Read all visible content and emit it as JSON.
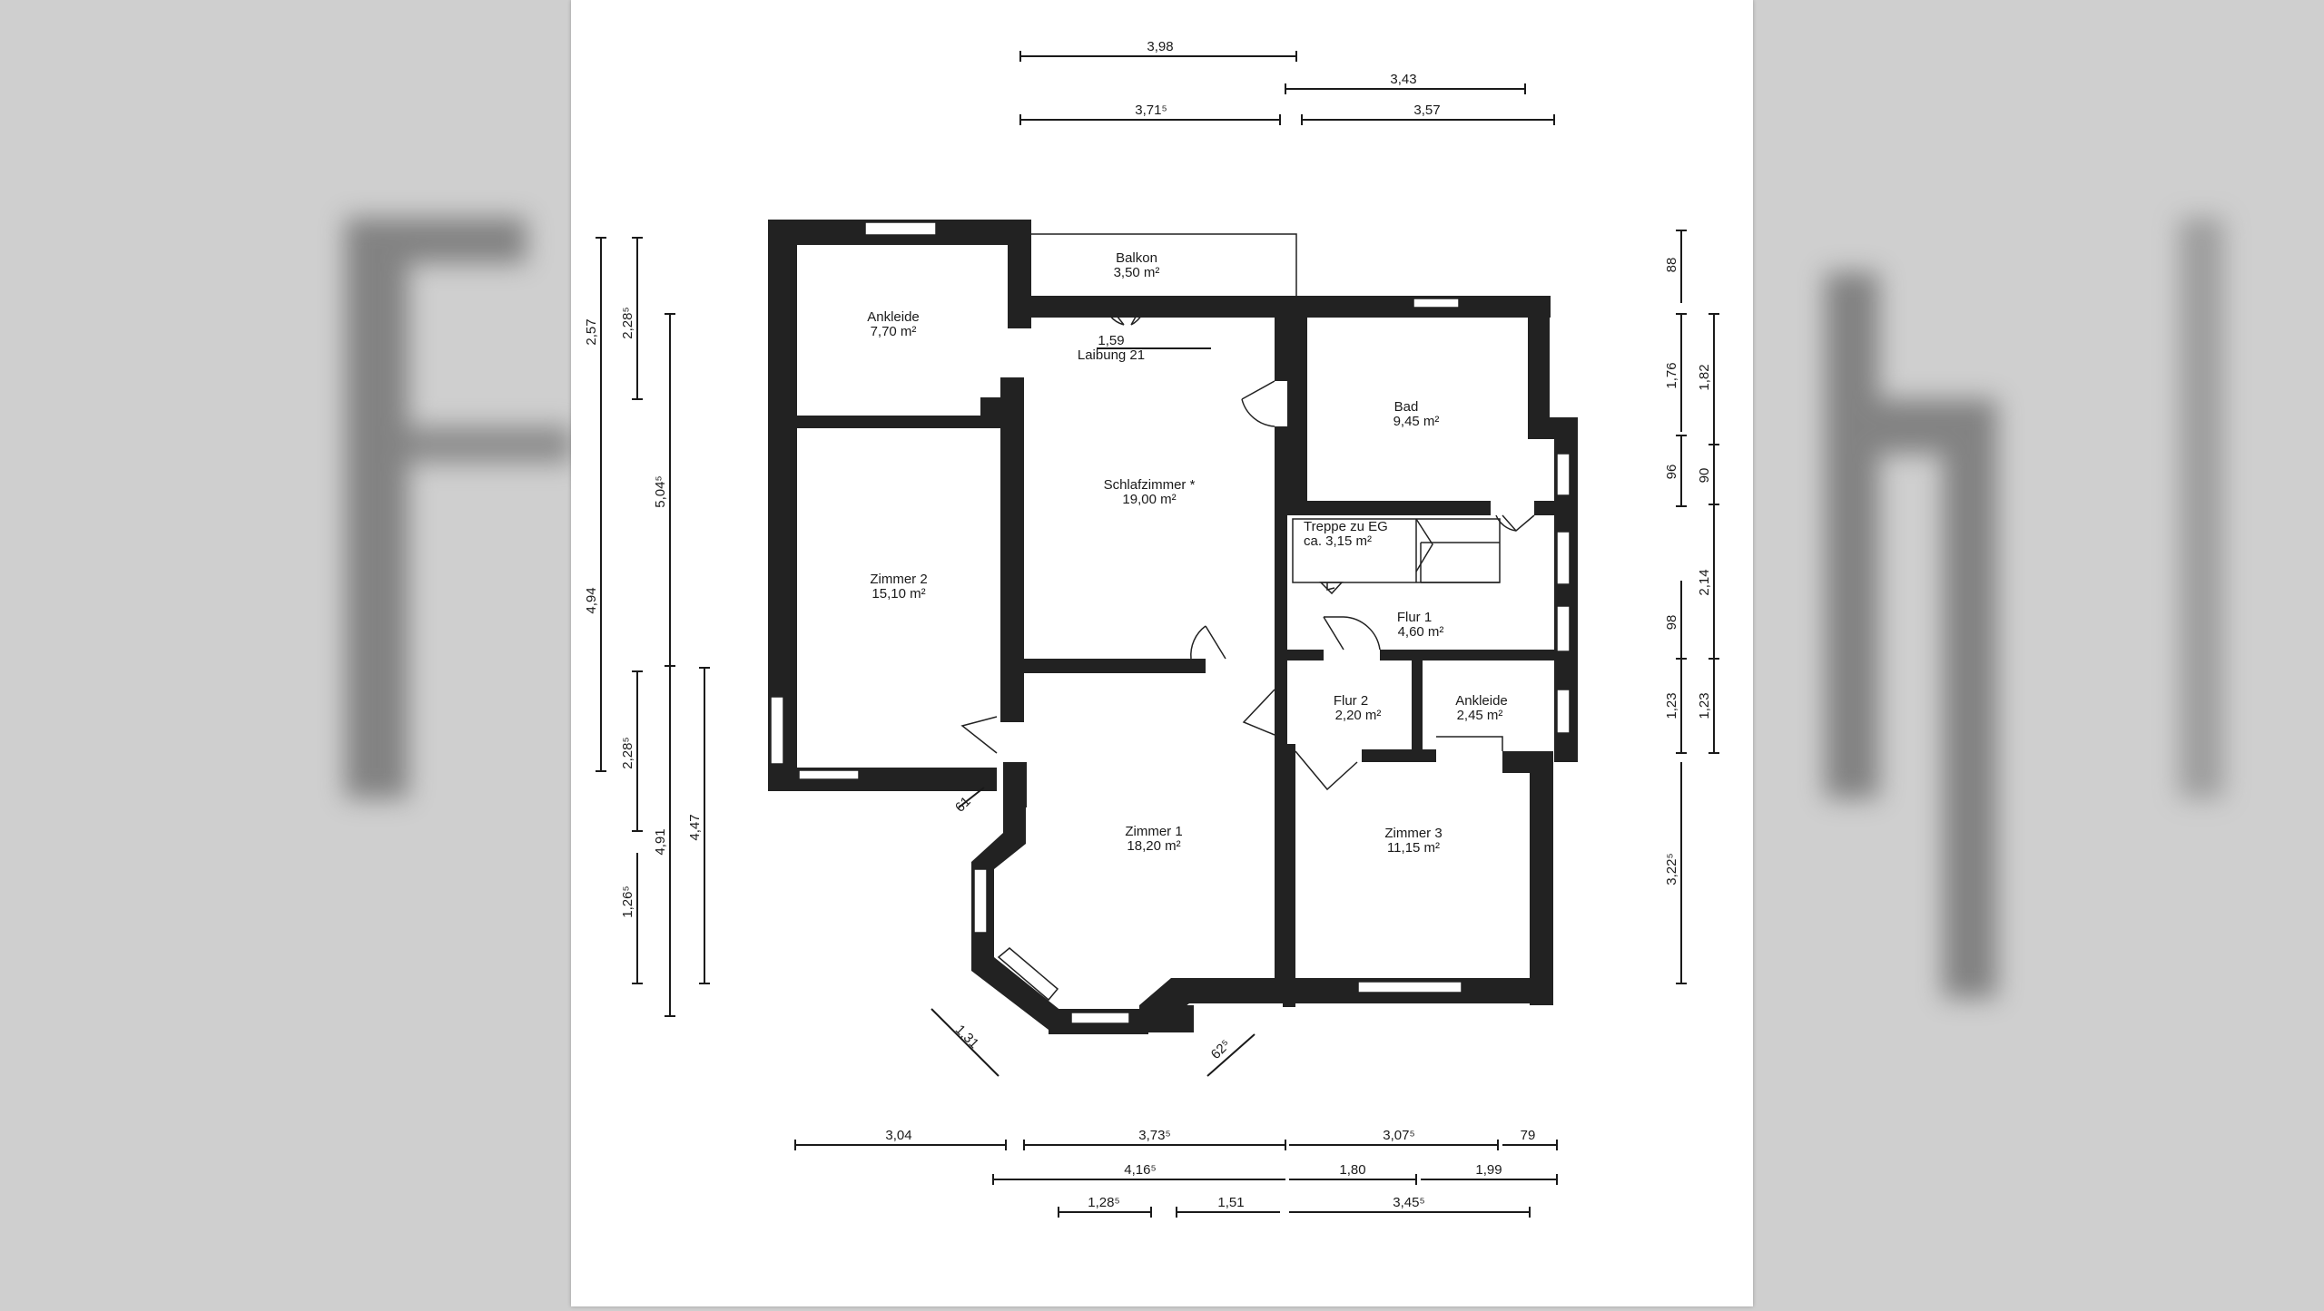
{
  "rooms": [
    {
      "name": "Balkon",
      "area": "3,50 m²"
    },
    {
      "name": "Ankleide",
      "area": "7,70 m²"
    },
    {
      "name": "Bad",
      "area": "9,45 m²"
    },
    {
      "name": "Schlafzimmer *",
      "area": "19,00 m²"
    },
    {
      "name": "Zimmer 2",
      "area": "15,10 m²"
    },
    {
      "name": "Treppe zu EG",
      "area": "ca. 3,15 m²"
    },
    {
      "name": "Flur 1",
      "area": "4,60 m²"
    },
    {
      "name": "Flur 2",
      "area": "2,20 m²"
    },
    {
      "name": "Ankleide",
      "area": "2,45 m²"
    },
    {
      "name": "Zimmer 1",
      "area": "18,20 m²"
    },
    {
      "name": "Zimmer 3",
      "area": "11,15 m²"
    }
  ],
  "annotations": {
    "balcony_door_width": "1,59",
    "laibung": "Laibung 21"
  },
  "dims": {
    "top": [
      "3,98",
      "3,43",
      "3,71⁵",
      "3,57"
    ],
    "bottom": [
      "3,04",
      "3,73⁵",
      "3,07⁵",
      "79",
      "4,16⁵",
      "1,80",
      "1,99",
      "1,28⁵",
      "1,51",
      "3,45⁵"
    ],
    "left": [
      "2,57",
      "2,28⁵",
      "5,04⁵",
      "4,94",
      "2,28⁵",
      "4,91",
      "4,47",
      "1,26⁵"
    ],
    "right": [
      "88",
      "1,76",
      "1,82",
      "96",
      "90",
      "98",
      "2,14",
      "1,23",
      "1,23",
      "3,22⁵"
    ],
    "diagonal": [
      "61",
      "1,31",
      "62⁵"
    ]
  },
  "colors": {
    "wall": "#222222",
    "paper": "#ffffff",
    "background": "#cfcfcf"
  }
}
